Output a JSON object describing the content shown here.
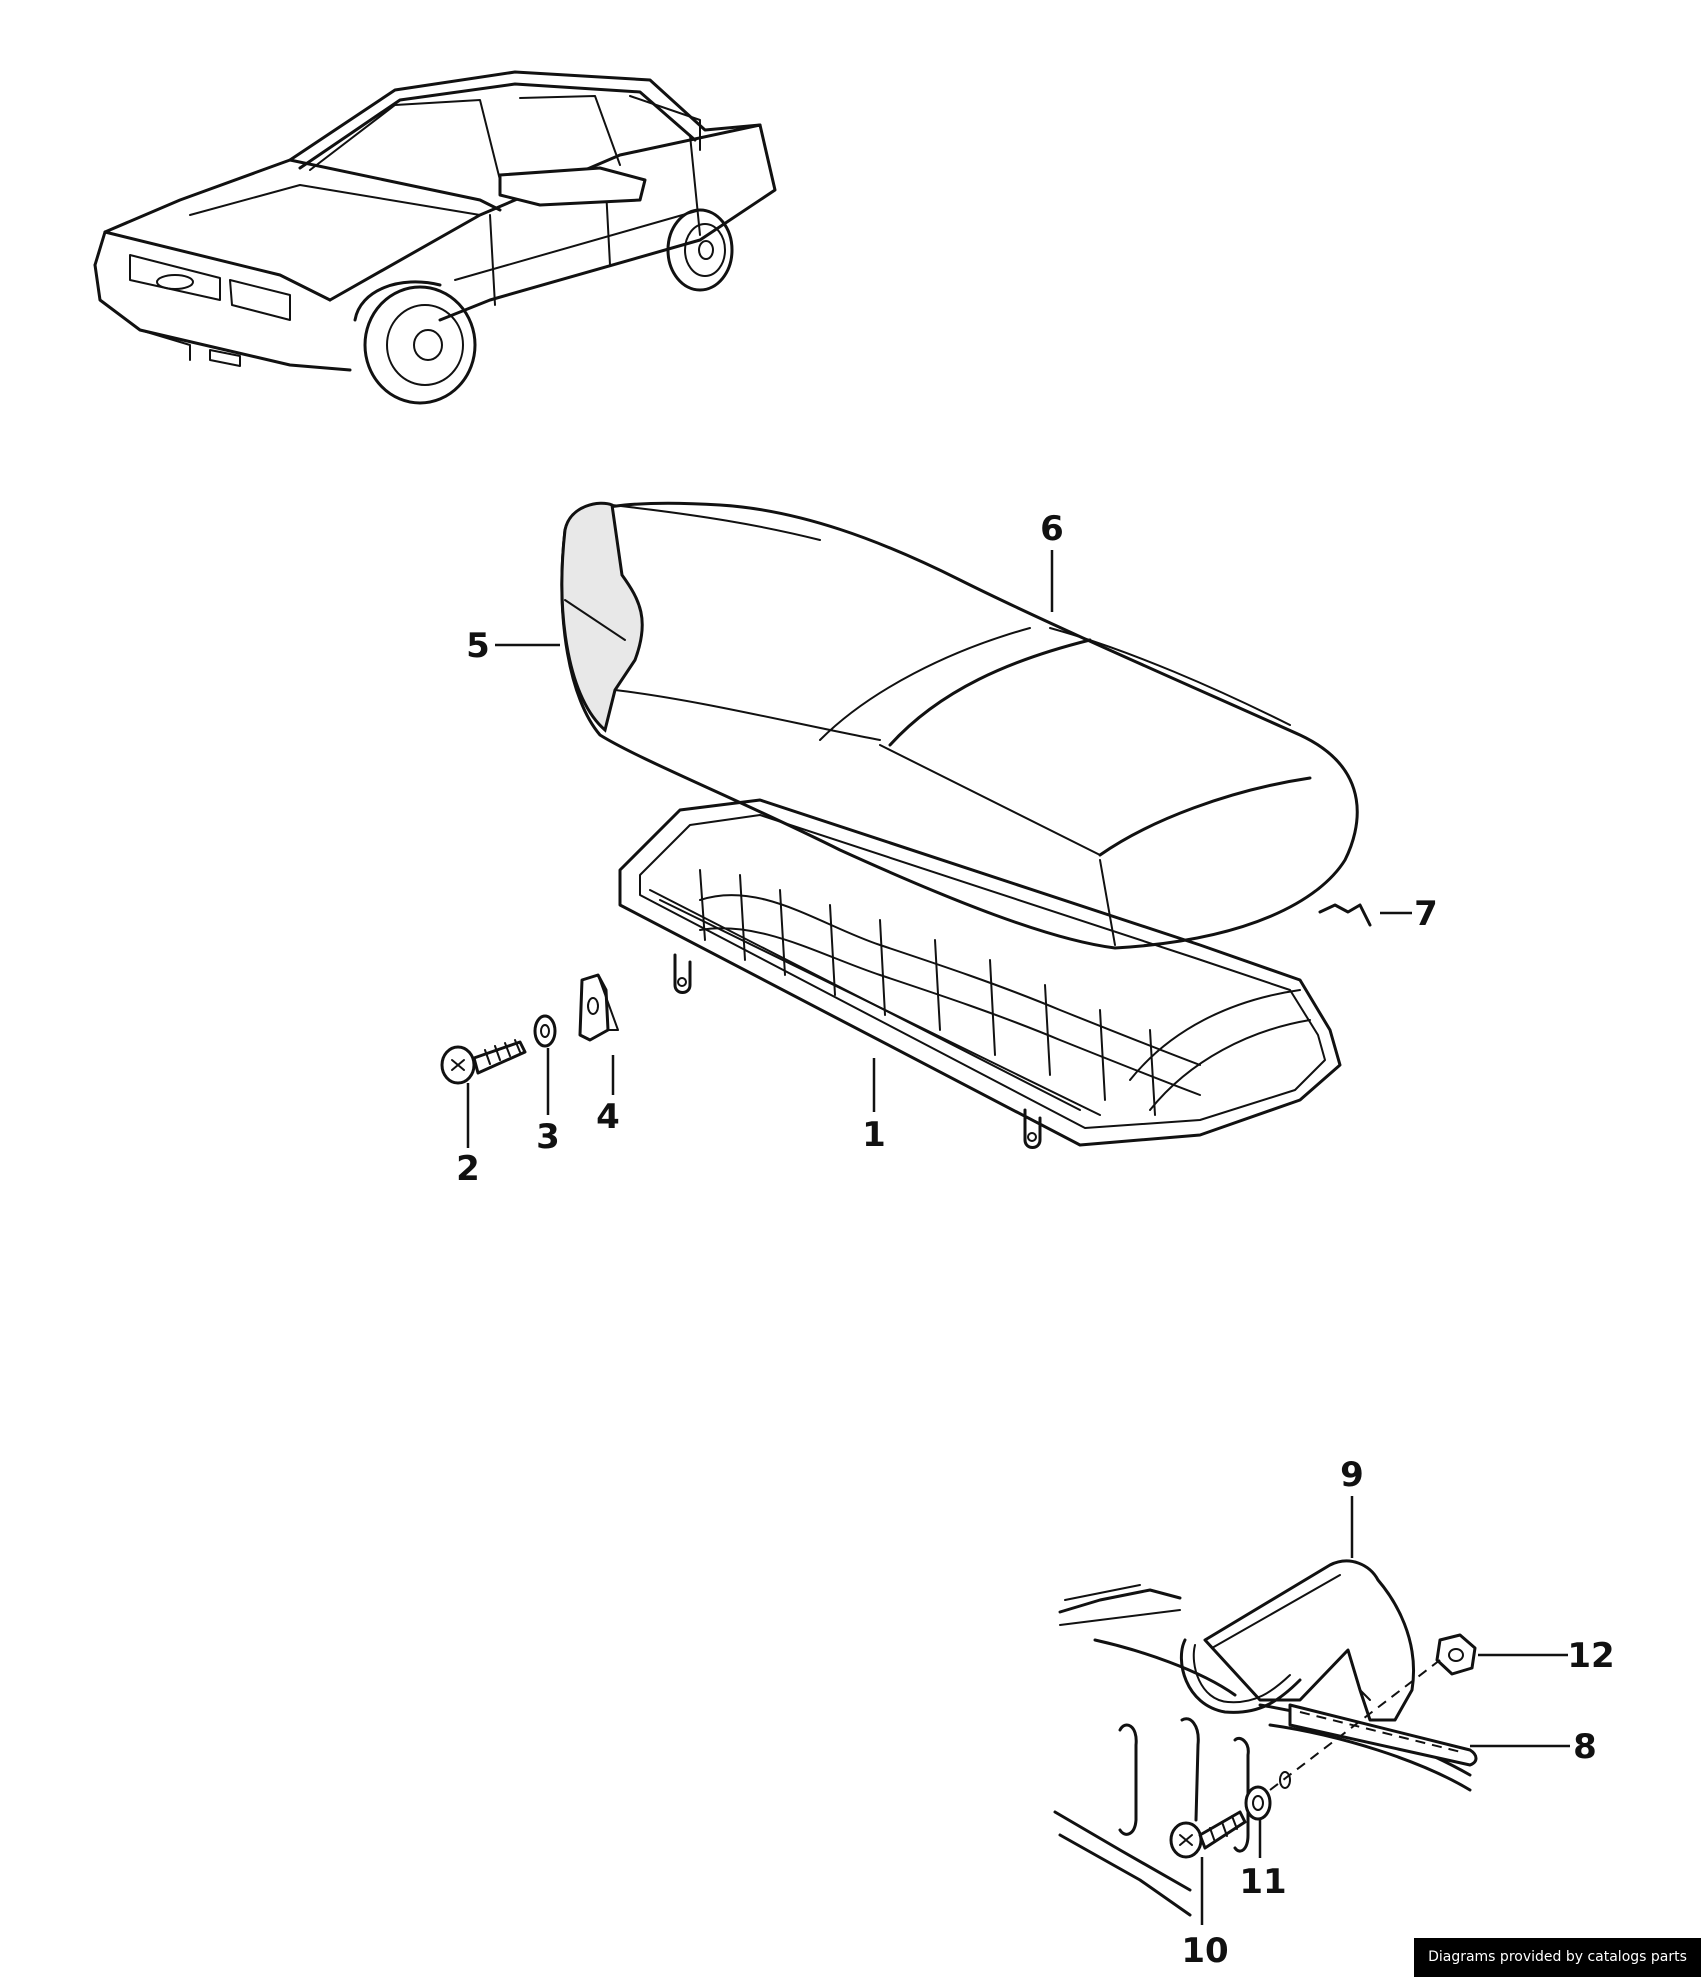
{
  "diagram": {
    "callouts": [
      "1",
      "2",
      "3",
      "4",
      "5",
      "6",
      "7",
      "8",
      "9",
      "10",
      "11",
      "12"
    ]
  },
  "footer": {
    "credit": "Diagrams provided by catalogs parts"
  }
}
